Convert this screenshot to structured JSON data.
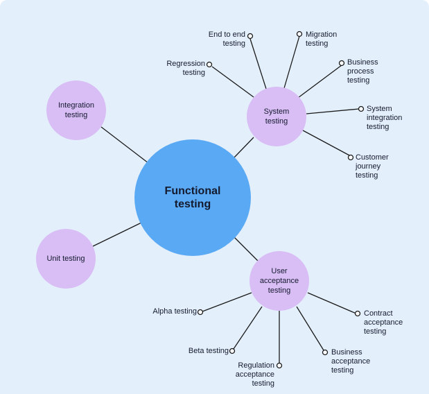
{
  "center": "Functional\ntesting",
  "branches": {
    "integration": "Integration\ntesting",
    "unit": "Unit testing",
    "system": "System\ntesting",
    "uat": "User\nacceptance\ntesting"
  },
  "system_children": {
    "regression": "Regression\ntesting",
    "end_to_end": "End to end\ntesting",
    "migration": "Migration\ntesting",
    "business_process": "Business\nprocess\ntesting",
    "system_integration": "System\nintegration\ntesting",
    "customer_journey": "Customer\njourney\ntesting"
  },
  "uat_children": {
    "alpha": "Alpha testing",
    "beta": "Beta testing",
    "regulation": "Regulation\nacceptance\ntesting",
    "business_acceptance": "Business\nacceptance\ntesting",
    "contract": "Contract\nacceptance\ntesting"
  }
}
